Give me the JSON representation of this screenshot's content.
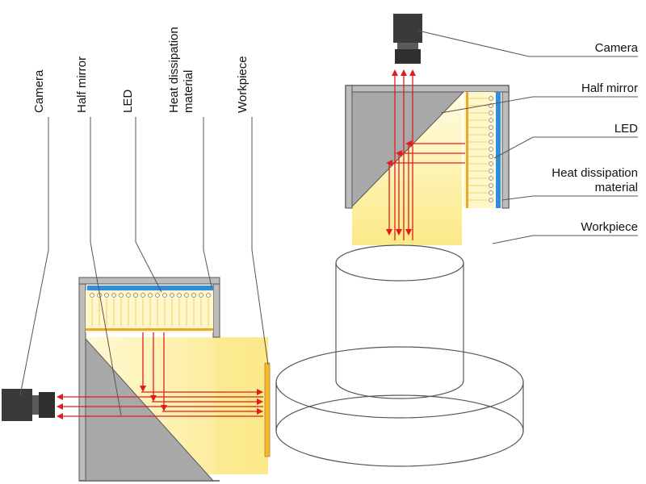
{
  "top_view": {
    "labels": {
      "camera": "Camera",
      "half_mirror": "Half mirror",
      "led": "LED",
      "heat_dissipation_line1": "Heat dissipation",
      "heat_dissipation_line2": "material",
      "workpiece": "Workpiece"
    }
  },
  "side_view": {
    "labels": {
      "camera": "Camera",
      "half_mirror": "Half mirror",
      "led": "LED",
      "heat_dissipation_line1": "Heat dissipation",
      "heat_dissipation_line2": "material",
      "workpiece": "Workpiece"
    }
  },
  "colors": {
    "light": "#fbf0a0",
    "light_pale": "#fdf6cc",
    "housing": "#bdbdbd",
    "mirror": "#a9a9a9",
    "ray": "#e01c1c",
    "heat_material": "#2e8fd6",
    "camera_body": "#3a3a3a",
    "workpiece_strip": "#f2b630"
  }
}
